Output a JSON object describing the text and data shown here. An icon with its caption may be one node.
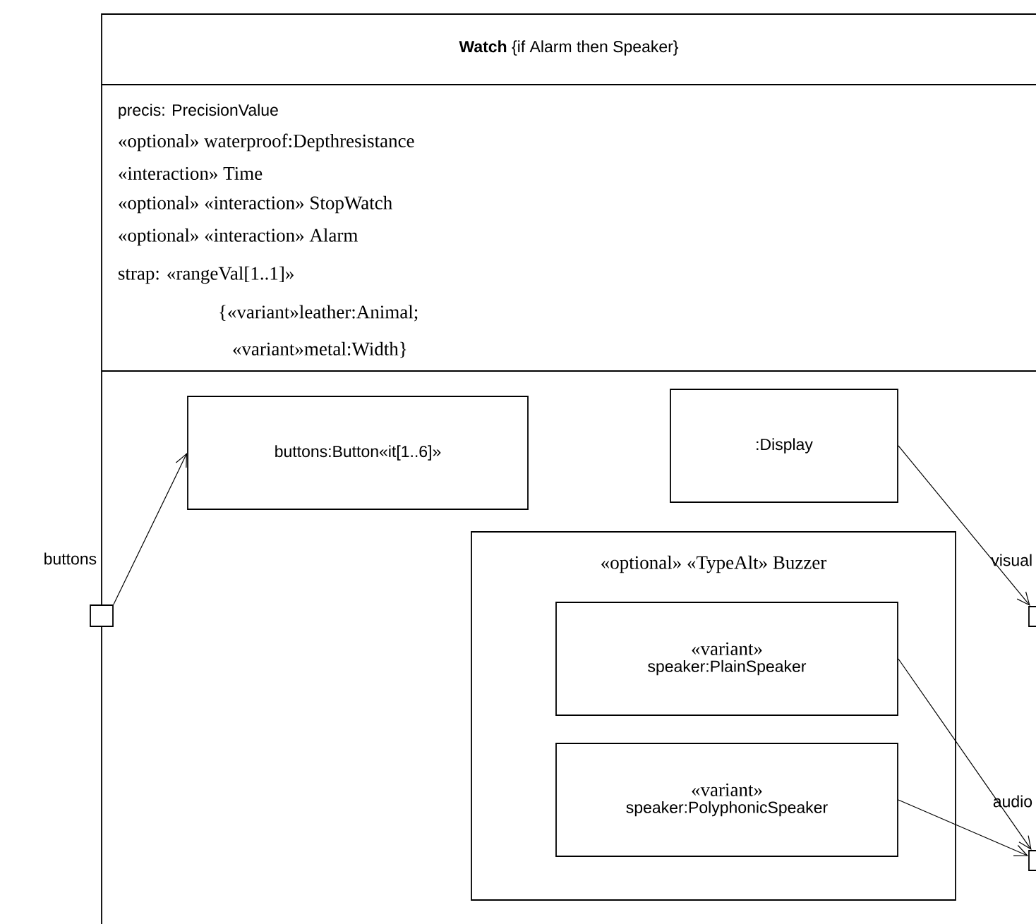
{
  "diagram": {
    "nodes": [
      {
        "text": [
          "**Watch** {if Alarm then Speaker}",
          "precis: PrecisionValue",
          "«optional» waterproof:Depthresistance",
          "«interaction» Time",
          "«optional» «interaction» StopWatch",
          "«optional» «interaction» Alarm",
          "strap: «rangeVal[1..1]»",
          "{«variant»leather:Animal;",
          "«variant»metal:Width}"
        ]
      },
      {
        "text": [],
        "shape": "box",
        "in": 0,
        "beside": [
          "buttons"
        ]
      },
      {
        "text": [
          "buttons:Button«it[1..6]»"
        ],
        "in": 0
      },
      {
        "text": [
          ":Display"
        ],
        "in": 0
      },
      {
        "text": [
          "«optional» «TypeAlt» Buzzer"
        ],
        "in": 0
      },
      {
        "text": [
          "«variant»",
          "speaker:PlainSpeaker"
        ],
        "in": 4
      },
      {
        "text": [
          "«variant»",
          "speaker:PolyphonicSpeaker"
        ],
        "in": 4
      },
      {
        "text": [],
        "shape": "box",
        "in": 0,
        "beside": [
          "visual"
        ]
      },
      {
        "text": [],
        "shape": "box",
        "in": 0,
        "beside": [
          "audio"
        ]
      }
    ],
    "edges": [
      {
        "from": 1,
        "to": 2,
        "arrow": "to"
      },
      {
        "from": 3,
        "to": 7,
        "arrow": "to"
      },
      {
        "from": 5,
        "to": 8,
        "arrow": "to"
      },
      {
        "from": 6,
        "to": 8,
        "arrow": "to"
      }
    ]
  }
}
